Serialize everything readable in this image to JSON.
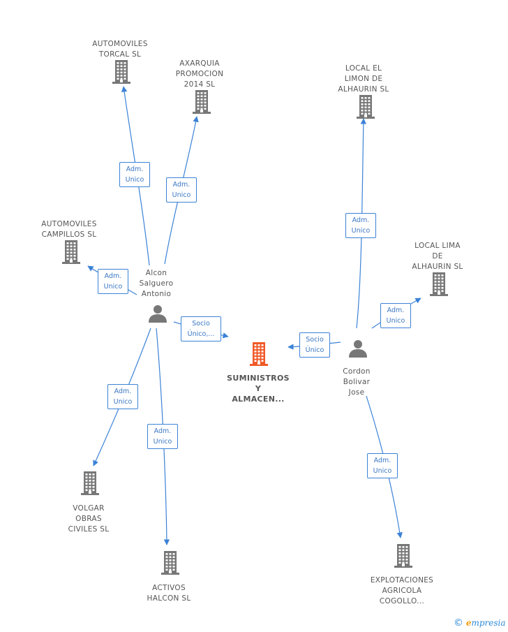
{
  "colors": {
    "edge": "#3b82d6",
    "building": "#777777",
    "center_building": "#f05a28",
    "person": "#777777"
  },
  "nodes": [
    {
      "id": "automoviles-torcal",
      "kind": "company",
      "lines": [
        "AUTOMOVILES",
        "TORCAL SL"
      ]
    },
    {
      "id": "axarquia",
      "kind": "company",
      "lines": [
        "AXARQUIA",
        "PROMOCION",
        "2014 SL"
      ]
    },
    {
      "id": "local-limon",
      "kind": "company",
      "lines": [
        "LOCAL EL",
        "LIMON DE",
        "ALHAURIN SL"
      ]
    },
    {
      "id": "automoviles-campillos",
      "kind": "company",
      "lines": [
        "AUTOMOVILES",
        "CAMPILLOS SL"
      ]
    },
    {
      "id": "local-lima",
      "kind": "company",
      "lines": [
        "LOCAL LIMA",
        "DE",
        "ALHAURIN SL"
      ]
    },
    {
      "id": "alcon",
      "kind": "person",
      "lines": [
        "Alcon",
        "Salguero",
        "Antonio"
      ]
    },
    {
      "id": "suministros",
      "kind": "center",
      "lines": [
        "SUMINISTROS",
        "Y",
        "ALMACEN..."
      ]
    },
    {
      "id": "cordon",
      "kind": "person",
      "lines": [
        "Cordon",
        "Bolivar",
        "Jose"
      ]
    },
    {
      "id": "volgar",
      "kind": "company",
      "lines": [
        "VOLGAR",
        "OBRAS",
        "CIVILES SL"
      ]
    },
    {
      "id": "activos-halcon",
      "kind": "company",
      "lines": [
        "ACTIVOS",
        "HALCON SL"
      ]
    },
    {
      "id": "explotaciones",
      "kind": "company",
      "lines": [
        "EXPLOTACIONES",
        "AGRICOLA",
        "COGOLLO..."
      ]
    }
  ],
  "edges": [
    {
      "from": "alcon",
      "to": "automoviles-torcal",
      "lines": [
        "Adm.",
        "Unico"
      ]
    },
    {
      "from": "alcon",
      "to": "axarquia",
      "lines": [
        "Adm.",
        "Unico"
      ]
    },
    {
      "from": "alcon",
      "to": "automoviles-campillos",
      "lines": [
        "Adm.",
        "Unico"
      ]
    },
    {
      "from": "alcon",
      "to": "suministros",
      "lines": [
        "Socio",
        "Único,..."
      ]
    },
    {
      "from": "alcon",
      "to": "volgar",
      "lines": [
        "Adm.",
        "Unico"
      ]
    },
    {
      "from": "alcon",
      "to": "activos-halcon",
      "lines": [
        "Adm.",
        "Unico"
      ]
    },
    {
      "from": "cordon",
      "to": "local-limon",
      "lines": [
        "Adm.",
        "Unico"
      ]
    },
    {
      "from": "cordon",
      "to": "local-lima",
      "lines": [
        "Adm.",
        "Unico"
      ]
    },
    {
      "from": "cordon",
      "to": "suministros",
      "lines": [
        "Socio",
        "Único"
      ]
    },
    {
      "from": "cordon",
      "to": "explotaciones",
      "lines": [
        "Adm.",
        "Unico"
      ]
    }
  ],
  "brand": {
    "copyright": "©",
    "e": "e",
    "rest": "mpresia"
  }
}
